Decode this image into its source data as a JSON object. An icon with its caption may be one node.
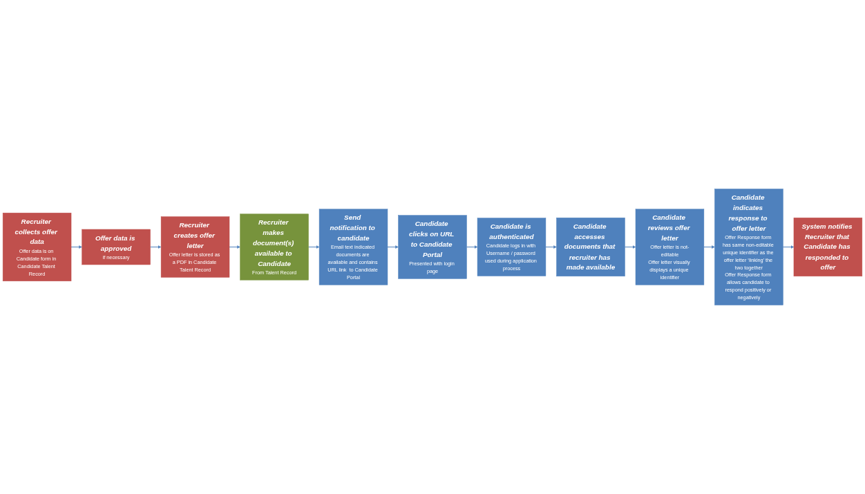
{
  "diagram": {
    "nodes": [
      {
        "text": [
          "Recruiter collects offer data",
          "Offer data is on Candidate form in Candidate Talent Record"
        ]
      },
      {
        "text": [
          "Offer data is approved",
          "if necessary"
        ]
      },
      {
        "text": [
          "Recruiter creates offer letter",
          "Offer letter is stored as a PDF in Candidate Talent Record"
        ]
      },
      {
        "text": [
          "Recruiter makes document(s) available to Candidate",
          "From Talent Record"
        ]
      },
      {
        "text": [
          "Send notification to candidate",
          "Email text indicated documents are available and contains URL link  to Candidate Portal"
        ]
      },
      {
        "text": [
          "Candidate clicks on URL to Candidate Portal",
          "Presented with login page"
        ]
      },
      {
        "text": [
          "Candidate is authenticated",
          "Candidate logs in with Username / password used during application process"
        ]
      },
      {
        "text": [
          "Candidate accesses documents that recruiter has made available"
        ]
      },
      {
        "text": [
          "Candidate reviews offer letter",
          "Offer letter is not-editable",
          "Offer letter visually displays a unique identifier"
        ]
      },
      {
        "text": [
          "Candidate indicates response to offer letter",
          "Offer Response form has same non-editable unique identifier as the offer letter ‘linking’ the two together",
          "Offer Response form allows candidate to respond positively or negatively"
        ]
      },
      {
        "text": [
          "System notifies Recruiter that Candidate has responded to offer"
        ]
      }
    ],
    "edges": [
      {
        "from": 0,
        "to": 1,
        "arrow": "to"
      },
      {
        "from": 1,
        "to": 2,
        "arrow": "to"
      },
      {
        "from": 2,
        "to": 3,
        "arrow": "to"
      },
      {
        "from": 3,
        "to": 4,
        "arrow": "to"
      },
      {
        "from": 4,
        "to": 5,
        "arrow": "to"
      },
      {
        "from": 5,
        "to": 6,
        "arrow": "to"
      },
      {
        "from": 6,
        "to": 7,
        "arrow": "to"
      },
      {
        "from": 7,
        "to": 8,
        "arrow": "to"
      },
      {
        "from": 8,
        "to": 9,
        "arrow": "to"
      },
      {
        "from": 9,
        "to": 10,
        "arrow": "to"
      }
    ]
  }
}
